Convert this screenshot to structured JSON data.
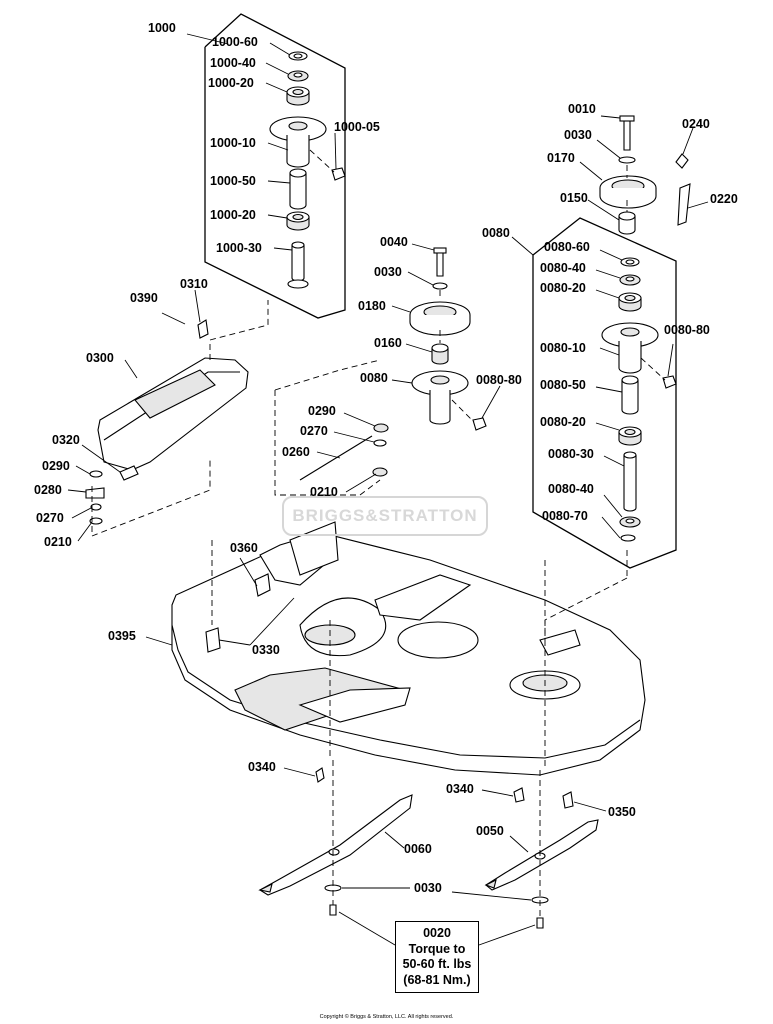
{
  "diagram": {
    "labels": {
      "l1000": "1000",
      "l1000_60": "1000-60",
      "l1000_40": "1000-40",
      "l1000_20a": "1000-20",
      "l1000_05": "1000-05",
      "l1000_10": "1000-10",
      "l1000_50": "1000-50",
      "l1000_20b": "1000-20",
      "l1000_30": "1000-30",
      "l0010": "0010",
      "l0030a": "0030",
      "l0170": "0170",
      "l0240": "0240",
      "l0150": "0150",
      "l0220": "0220",
      "l0080a": "0080",
      "l0080_60": "0080-60",
      "l0080_40a": "0080-40",
      "l0080_20a": "0080-20",
      "l0080_80a": "0080-80",
      "l0080_10": "0080-10",
      "l0080_50": "0080-50",
      "l0080_20b": "0080-20",
      "l0080_30": "0080-30",
      "l0080_40b": "0080-40",
      "l0080_70": "0080-70",
      "l0040": "0040",
      "l0030b": "0030",
      "l0180": "0180",
      "l0160": "0160",
      "l0080b": "0080",
      "l0080_80b": "0080-80",
      "l0390": "0390",
      "l0310": "0310",
      "l0300": "0300",
      "l0320": "0320",
      "l0290a": "0290",
      "l0280": "0280",
      "l0270a": "0270",
      "l0210a": "0210",
      "l0290b": "0290",
      "l0270b": "0270",
      "l0260": "0260",
      "l0210b": "0210",
      "l0360": "0360",
      "l0395": "0395",
      "l0330": "0330",
      "l0340a": "0340",
      "l0340b": "0340",
      "l0350": "0350",
      "l0060": "0060",
      "l0050": "0050",
      "l0030c": "0030"
    },
    "torque_note": {
      "part": "0020",
      "line1": "Torque to",
      "line2": "50-60 ft. lbs",
      "line3": "(68-81 Nm.)"
    },
    "watermark": "BRIGGS&STRATTON",
    "copyright": "Copyright © Briggs & Stratton, LLC. All rights reserved."
  }
}
